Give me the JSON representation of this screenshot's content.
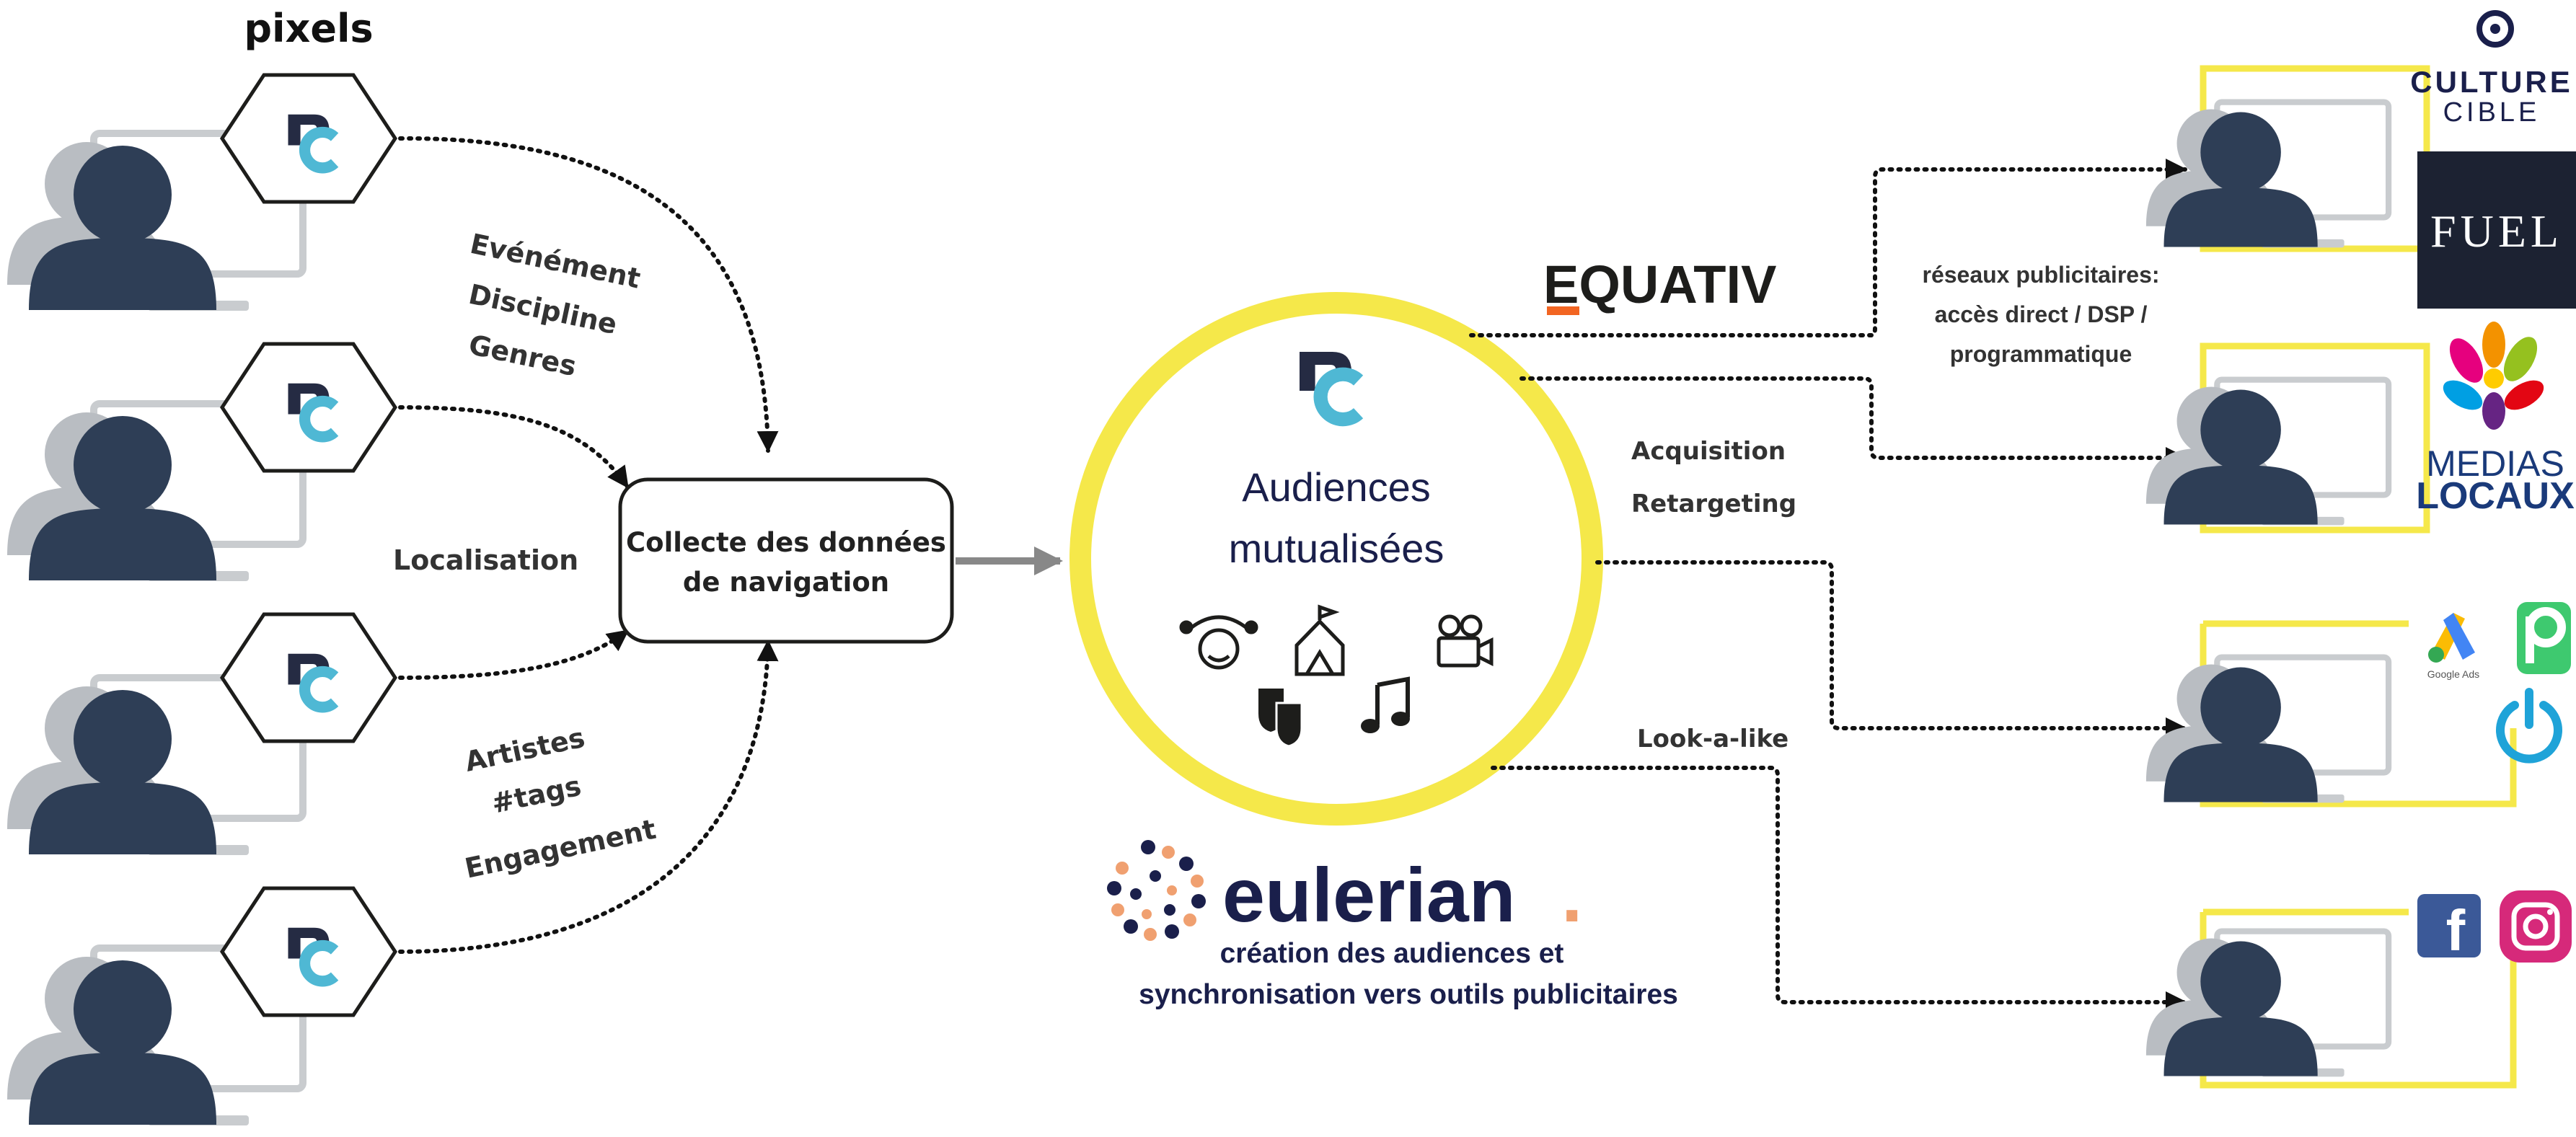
{
  "title": "pixels",
  "tags_group_1": [
    "Evénément",
    "Discipline",
    "Genres"
  ],
  "tag_location": "Localisation",
  "tags_group_2": [
    "Artistes",
    "#tags",
    "Engagement"
  ],
  "hub_box": {
    "line1": "Collecte des données",
    "line2": "de navigation"
  },
  "center": {
    "line1": "Audiences",
    "line2": "mutualisées"
  },
  "branch_labels": {
    "acquisition": "Acquisition",
    "retargeting": "Retargeting",
    "lookalike": "Look-a-like",
    "networks_line1": "réseaux publicitaires:",
    "networks_line2": "accès direct / DSP /",
    "networks_line3": "programmatique"
  },
  "equativ": {
    "name": "EQUATIV"
  },
  "eulerian": {
    "name": "eulerian",
    "dot": ".",
    "caption1": "création des audiences et",
    "caption2": "synchronisation vers outils publicitaires"
  },
  "brands": {
    "culture_line1": "CULTURE",
    "culture_line2": "CIBLE",
    "fuel": "FUEL",
    "medias_line1": "MEDIAS",
    "medias_line2": "LOCAUX",
    "google_caption": "Google Ads",
    "facebook": "f"
  },
  "pixel_logo": {
    "letter_d": "D",
    "letter_c": "C"
  },
  "colors": {
    "accent_yellow": "#f5e84a",
    "person_dark": "#2e3e56",
    "logo_teal": "#4fb8d4",
    "equativ_orange": "#f26522",
    "eulerian_dot": "#f0a070"
  }
}
